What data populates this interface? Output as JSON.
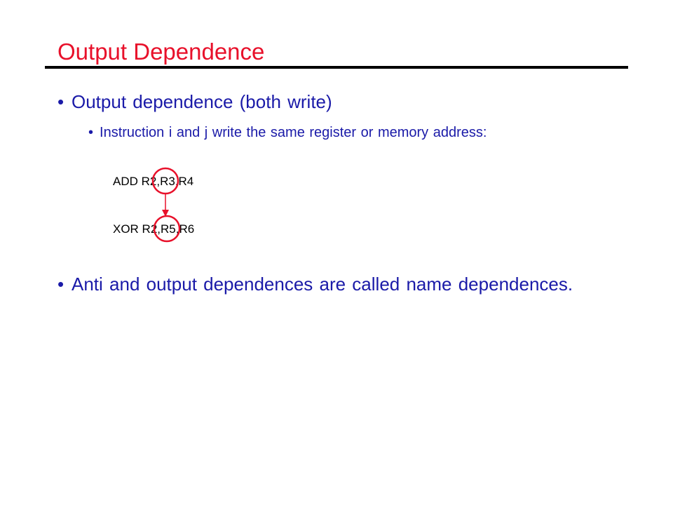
{
  "slide": {
    "title": "Output Dependence",
    "accent_color": "#e8102a",
    "text_color": "#1a1aa8"
  },
  "bullets": [
    {
      "symbol": "•",
      "text": "Output dependence (both write)",
      "sub": {
        "symbol": "•",
        "text": "Instruction i and j write the same register or memory address:"
      }
    },
    {
      "symbol": "•",
      "text": "Anti and output dependences are called name dependences."
    }
  ],
  "code": {
    "line1": "ADD R2,R3,R4",
    "line2": "XOR R2,R5,R6"
  }
}
